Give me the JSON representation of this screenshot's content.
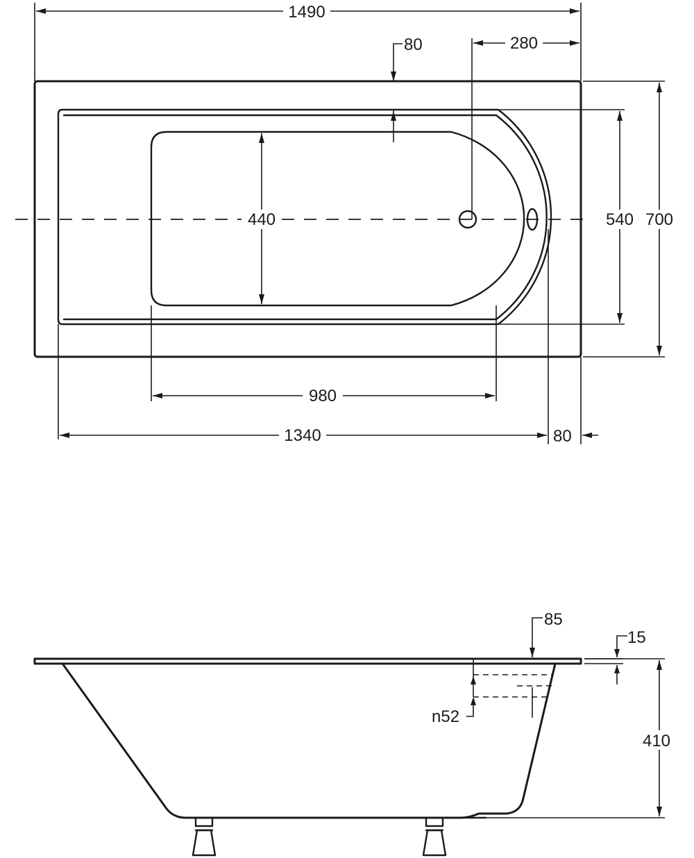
{
  "top_view": {
    "dimensions": {
      "overall_length": "1490",
      "overflow_offset": "80",
      "waste_offset": "280",
      "inner_width": "440",
      "rim_width": "540",
      "overall_width": "700",
      "inner_length": "980",
      "rim_length": "1340",
      "end_rim": "80"
    }
  },
  "side_view": {
    "dimensions": {
      "overflow_top": "85",
      "rim_thickness": "15",
      "overflow_diameter": "n52",
      "height": "410"
    }
  },
  "colors": {
    "line": "#1a1a1a",
    "background": "#ffffff"
  }
}
